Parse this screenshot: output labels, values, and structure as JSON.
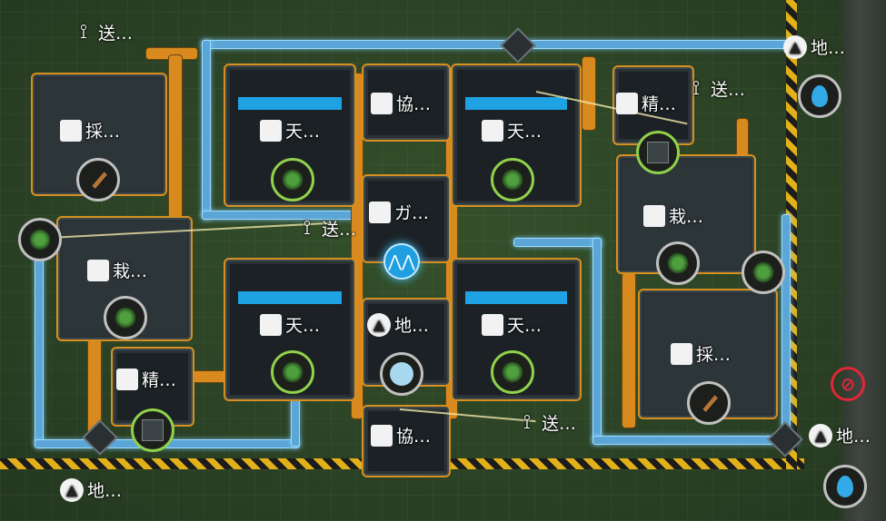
{
  "labels": {
    "tr_top_left": "送…",
    "cp_top": "採…",
    "aq_mid_left": "栽…",
    "rf_bottom_left": "精…",
    "pg_top1": "天…",
    "pg_top2": "天…",
    "pg_bot1": "天…",
    "pg_bot2": "天…",
    "co_top": "協…",
    "co_bottom": "協…",
    "core": "ガ…",
    "tr_center": "送…",
    "ground_center": "地…",
    "rf_top_right": "精…",
    "tr_top_right": "送…",
    "ground_top_right": "地…",
    "aq_right": "栽…",
    "cp_right": "採…",
    "tr_bottom": "送…",
    "ground_bottom_right": "地…",
    "ground_bottom_left": "地…"
  },
  "icons": {
    "transmitter": "tower-icon",
    "planter": "plant-icon",
    "refinery": "refinery-icon",
    "power": "power-icon",
    "coop": "storage-icon",
    "ground": "ground-icon",
    "warning": "prohibited-icon",
    "hub": "hub-logo-icon"
  },
  "colors": {
    "belt": "#d98a1e",
    "pipe": "#5ba6d6",
    "accent": "#1fa2e3",
    "hazard": "#e2b11a",
    "warning": "#e0263a",
    "ring_green": "#8fd14b"
  },
  "warning_glyph": "⊘",
  "hub_glyph": "⋀⋀"
}
